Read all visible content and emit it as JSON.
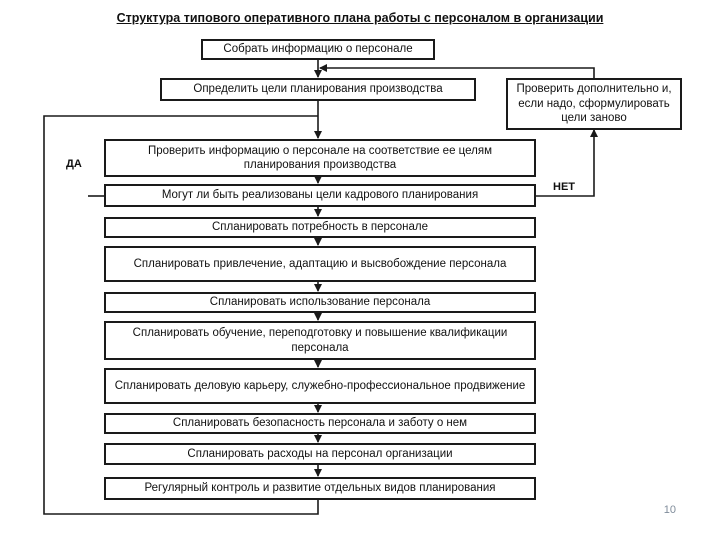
{
  "title": "Структура типового оперативного плана работы с персоналом в организации",
  "steps": [
    "Собрать информацию о персонале",
    "Определить цели планирования производства",
    "Проверить информацию о персонале на соответствие ее целям планирования производства",
    "Могут ли быть реализованы цели кадрового планирования",
    "Спланировать потребность в персонале",
    "Спланировать привлечение, адаптацию и высвобождение персонала",
    "Спланировать использование персонала",
    "Спланировать обучение, переподготовку и повышение квалификации персонала",
    "Спланировать деловую карьеру, служебно-профессиональное продвижение",
    "Спланировать безопасность персонала и заботу о нем",
    "Спланировать расходы на персонал организации",
    "Регулярный контроль и развитие отдельных видов планирования"
  ],
  "side_box": "Проверить дополнительно и, если надо, сформулировать цели заново",
  "label_yes": "ДА",
  "label_no": "НЕТ",
  "page_number": "10"
}
